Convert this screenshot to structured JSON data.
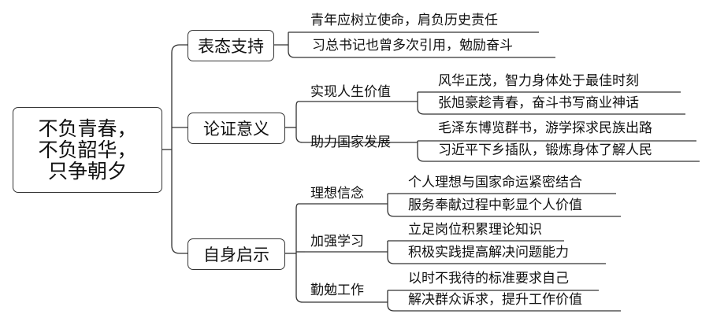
{
  "root": {
    "label": "不负青春，\n不负韶华，\n只争朝夕"
  },
  "branches": [
    {
      "label": "表态支持",
      "leaves": [
        "青年应树立使命，肩负历史责任",
        "习总书记也曾多次引用，勉励奋斗"
      ]
    },
    {
      "label": "论证意义",
      "groups": [
        {
          "label": "实现人生价值",
          "leaves": [
            "风华正茂，智力身体处于最佳时刻",
            "张旭豪趁青春，奋斗书写商业神话"
          ]
        },
        {
          "label": "助力国家发展",
          "leaves": [
            "毛泽东博览群书，游学探求民族出路",
            "习近平下乡插队，锻炼身体了解人民"
          ]
        }
      ]
    },
    {
      "label": "自身启示",
      "groups": [
        {
          "label": "理想信念",
          "leaves": [
            "个人理想与国家命运紧密结合",
            "服务奉献过程中彰显个人价值"
          ]
        },
        {
          "label": "加强学习",
          "leaves": [
            "立足岗位积累理论知识",
            "积极实践提高解决问题能力"
          ]
        },
        {
          "label": "勤勉工作",
          "leaves": [
            "以时不我待的标准要求自己",
            "解决群众诉求，提升工作价值"
          ]
        }
      ]
    }
  ]
}
